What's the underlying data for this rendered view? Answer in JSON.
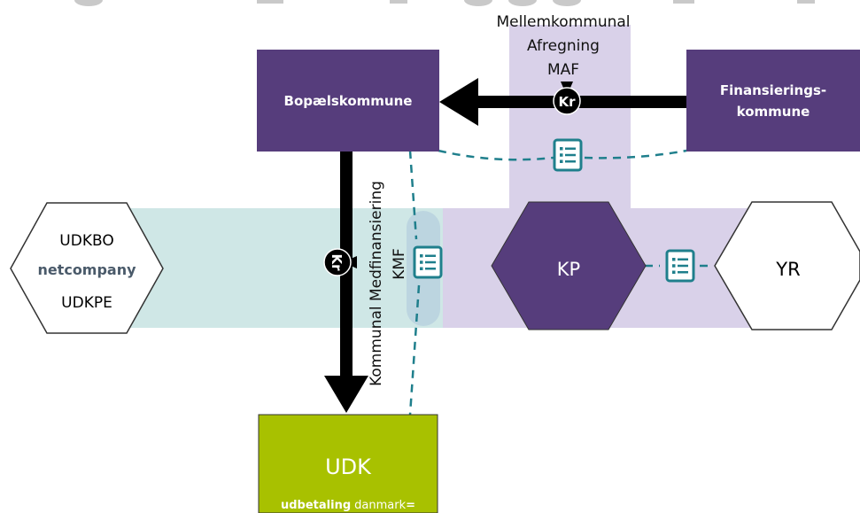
{
  "colors": {
    "purple": "#563d7c",
    "lavender": "#d9d1e9",
    "teal_band": "#cfe7e6",
    "teal": "#1f7f8c",
    "udk_green": "#a8c100",
    "arrow": "#000000"
  },
  "nodes": {
    "bopael": "Bopælskommune",
    "finans_line1": "Finansierings-",
    "finans_line2": "kommune",
    "kp": "KP",
    "yr": "YR",
    "udkbo": "UDKBO",
    "netcompany": "netcompany",
    "udkpe": "UDKPE",
    "udk": "UDK",
    "udk_brand_a": "udbetaling",
    "udk_brand_b": "danmark",
    "udk_brand_c": "="
  },
  "labels": {
    "maf_line1": "Mellemkommunal",
    "maf_line2": "Afregning",
    "maf_line3": "MAF",
    "kmf_line1": "Kommunal Medfinansiering",
    "kmf_line2": "KMF"
  },
  "icons": {
    "moneybag_text": "Kr"
  }
}
